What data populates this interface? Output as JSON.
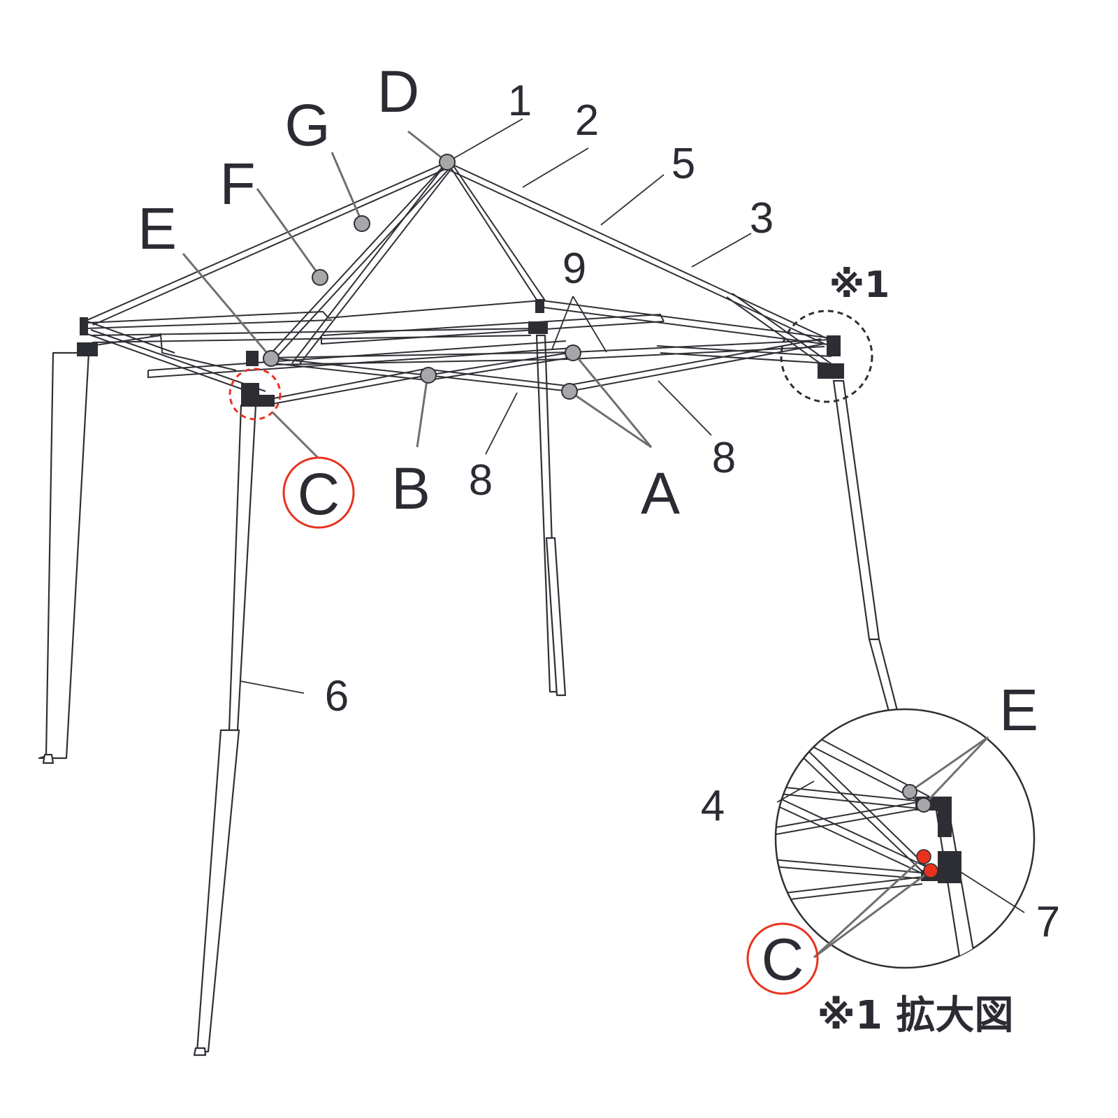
{
  "callouts": {
    "A": "A",
    "B": "B",
    "C": "C",
    "D": "D",
    "E": "E",
    "F": "F",
    "G": "G"
  },
  "parts": {
    "p1": "1",
    "p2": "2",
    "p3": "3",
    "p4": "4",
    "p5": "5",
    "p6": "6",
    "p7": "7",
    "p8": "8",
    "p9": "9"
  },
  "detail": {
    "marker": "※1",
    "caption": "※1 拡大図",
    "label_E": "E",
    "label_C": "C"
  },
  "colors": {
    "frame": "#2f2f35",
    "joint": "#a7a7aa",
    "highlight": "#e8321e",
    "bracket": "#2d2e33"
  }
}
